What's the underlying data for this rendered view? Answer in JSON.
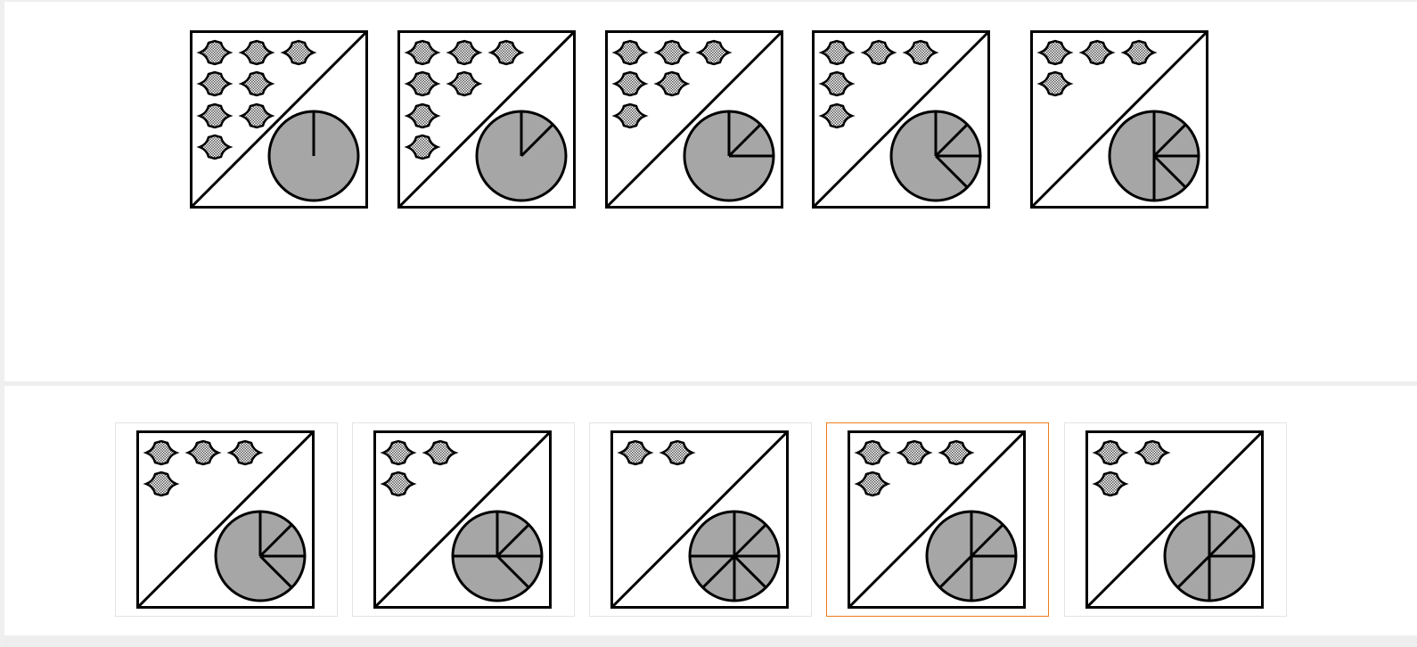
{
  "colors": {
    "pie_fill": "#a6a6a6",
    "star_fill": "#b0b0b0",
    "stroke": "#000000",
    "selection": "#ee7b1a"
  },
  "icons": {
    "star": "four-point-star-icon"
  },
  "sequence": [
    {
      "stars": 8,
      "spokes": [
        0
      ]
    },
    {
      "stars": 7,
      "spokes": [
        0,
        45
      ]
    },
    {
      "stars": 6,
      "spokes": [
        0,
        45,
        90
      ]
    },
    {
      "stars": 5,
      "spokes": [
        0,
        45,
        90,
        135
      ]
    },
    {
      "stars": 4,
      "spokes": [
        0,
        45,
        90,
        135,
        180
      ]
    }
  ],
  "options": [
    {
      "stars": 4,
      "spokes": [
        0,
        45,
        90,
        135
      ],
      "selected": false
    },
    {
      "stars": 3,
      "spokes": [
        0,
        45,
        90,
        135,
        270
      ],
      "selected": false
    },
    {
      "stars": 2,
      "spokes": [
        0,
        45,
        90,
        135,
        180,
        225,
        270
      ],
      "selected": false
    },
    {
      "stars": 4,
      "spokes": [
        0,
        45,
        90,
        180,
        225
      ],
      "selected": true
    },
    {
      "stars": 3,
      "spokes": [
        0,
        45,
        90,
        180,
        225
      ],
      "selected": false
    }
  ]
}
